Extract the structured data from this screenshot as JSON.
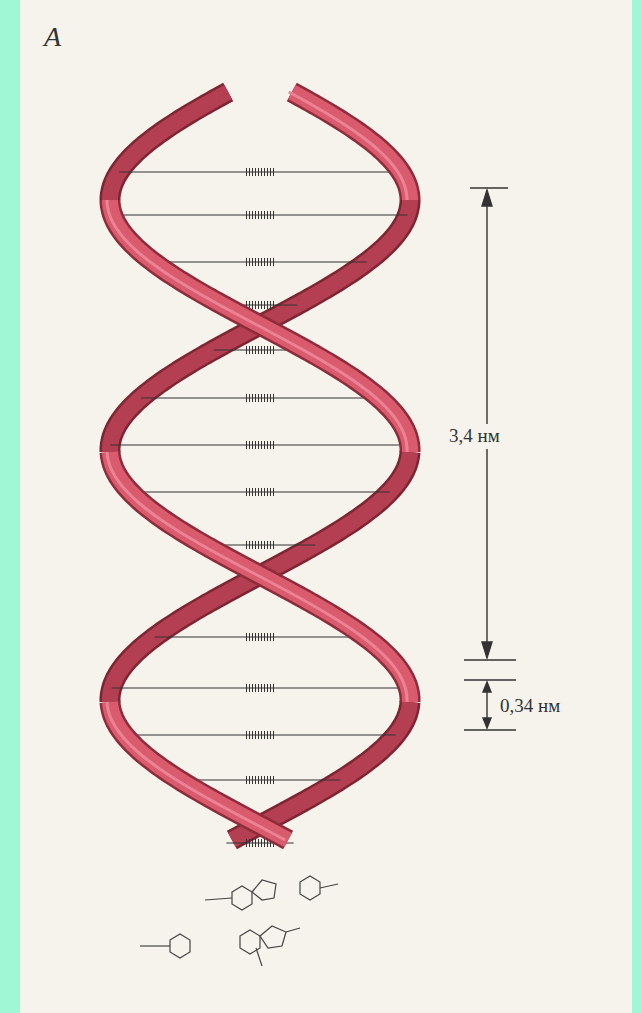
{
  "diagram": {
    "labels": [
      "А",
      "3,4 нм",
      "0,34 нм"
    ]
  }
}
